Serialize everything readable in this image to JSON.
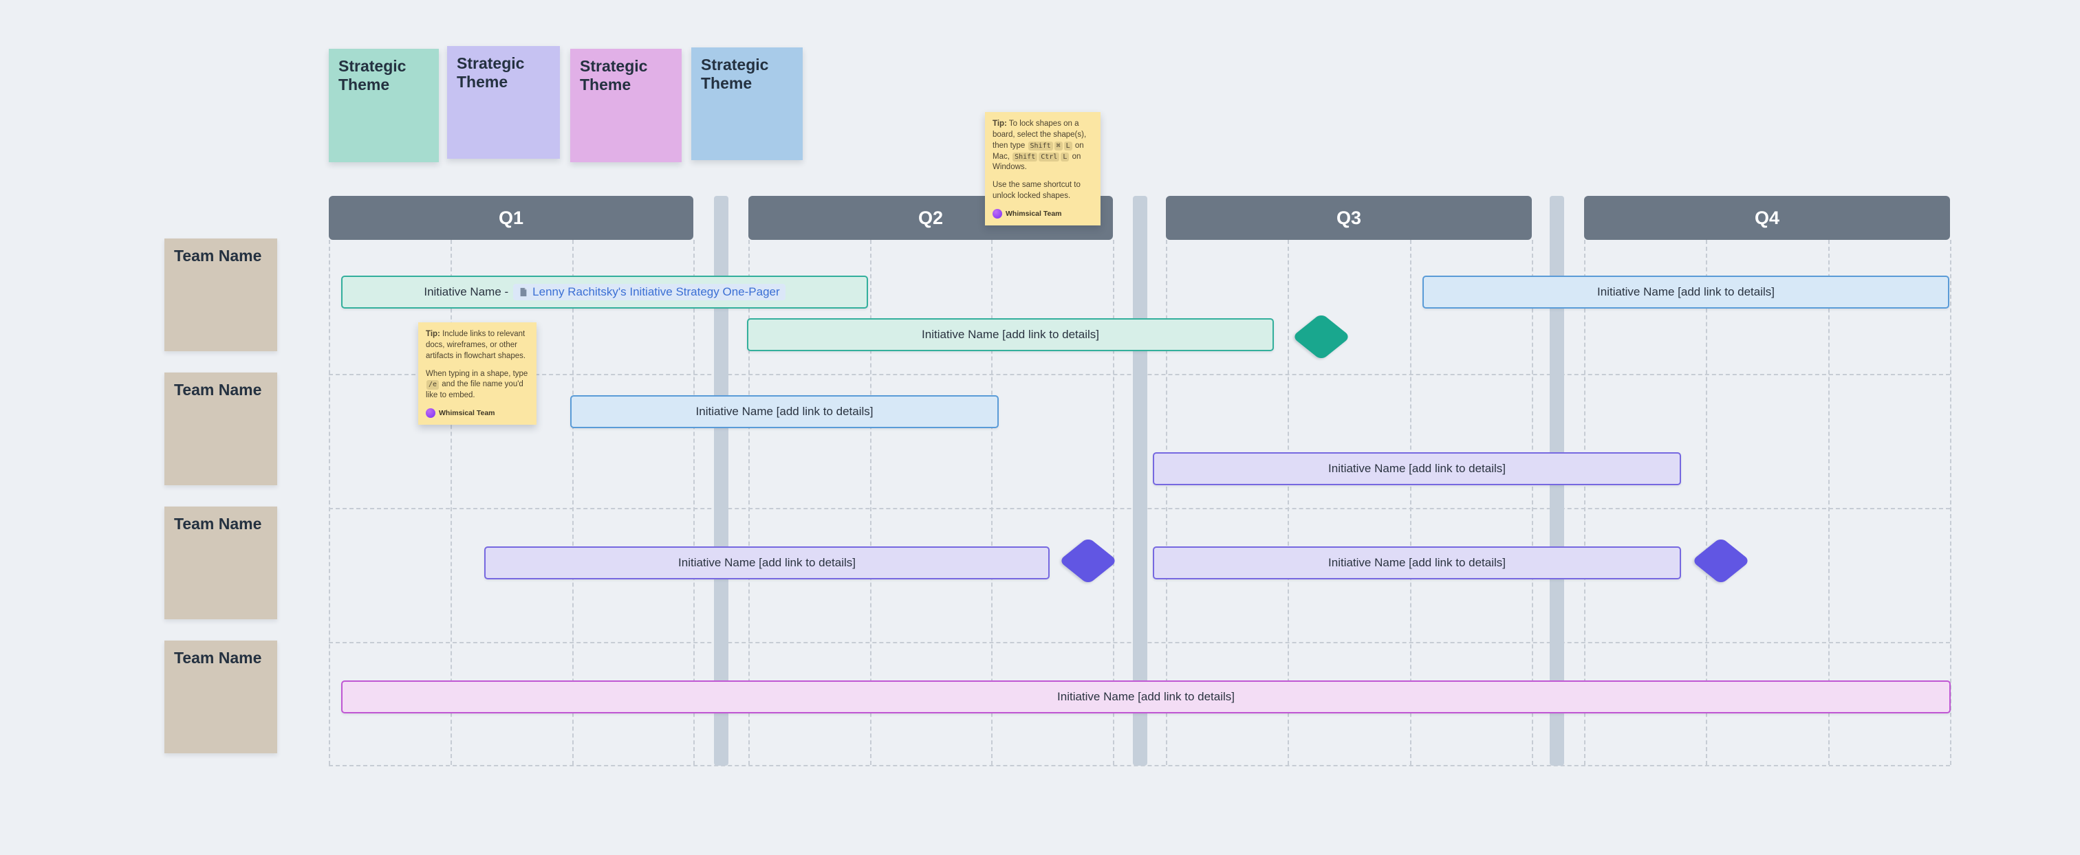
{
  "board": {
    "background": "#edf0f4"
  },
  "strategic_themes": [
    {
      "label": "Strategic Theme",
      "color": "#a6dccf"
    },
    {
      "label": "Strategic Theme",
      "color": "#c6c2f2"
    },
    {
      "label": "Strategic Theme",
      "color": "#e1b0e7"
    },
    {
      "label": "Strategic Theme",
      "color": "#a8cbe9"
    }
  ],
  "quarters": [
    {
      "label": "Q1"
    },
    {
      "label": "Q2"
    },
    {
      "label": "Q3"
    },
    {
      "label": "Q4"
    }
  ],
  "teams": [
    {
      "label": "Team Name"
    },
    {
      "label": "Team Name"
    },
    {
      "label": "Team Name"
    },
    {
      "label": "Team Name"
    }
  ],
  "tips": [
    {
      "label": "Tip:",
      "before_keys": "To lock shapes on a board, select the shape(s), then type",
      "mac_keys": [
        "Shift",
        "⌘",
        "L"
      ],
      "between_keys": "on Mac,",
      "win_keys": [
        "Shift",
        "Ctrl",
        "L"
      ],
      "after_keys": "on Windows.",
      "para2": "Use the same shortcut to unlock locked shapes.",
      "author": "Whimsical Team",
      "color": "#fbe6a3"
    },
    {
      "label": "Tip:",
      "para1": "Include links to relevant docs, wireframes, or other artifacts in flowchart shapes.",
      "para2_before": "When typing in a shape, type",
      "key": "/e",
      "para2_after": "and the file name you'd like to embed.",
      "author": "Whimsical Team",
      "color": "#fbe6a3"
    }
  ],
  "initiatives": [
    {
      "text": "Initiative Name -",
      "link": "Lenny Rachitsky's Initiative Strategy One-Pager",
      "link_icon": "document-icon",
      "fill": "#d7efe8",
      "border": "#33af9c"
    },
    {
      "text": "Initiative Name [add link to details]",
      "fill": "#d7efe8",
      "border": "#33af9c"
    },
    {
      "text": "Initiative Name [add link to details]",
      "fill": "#d7e8f7",
      "border": "#5a9bd7"
    },
    {
      "text": "Initiative Name [add link to details]",
      "fill": "#d7e8f7",
      "border": "#5a9bd7"
    },
    {
      "text": "Initiative Name [add link to details]",
      "fill": "#dfdcf7",
      "border": "#7668e0"
    },
    {
      "text": "Initiative Name [add link to details]",
      "fill": "#dfdcf7",
      "border": "#7668e0"
    },
    {
      "text": "Initiative Name [add link to details]",
      "fill": "#dfdcf7",
      "border": "#7668e0"
    },
    {
      "text": "Initiative Name [add link to details]",
      "fill": "#f3ddf5",
      "border": "#bf56d3"
    }
  ],
  "milestones": [
    {
      "name": "milestone-q2",
      "color": "#19a78e"
    },
    {
      "name": "milestone-q2-row3",
      "color": "#6156e3"
    },
    {
      "name": "milestone-q3-row3",
      "color": "#6156e3"
    }
  ]
}
